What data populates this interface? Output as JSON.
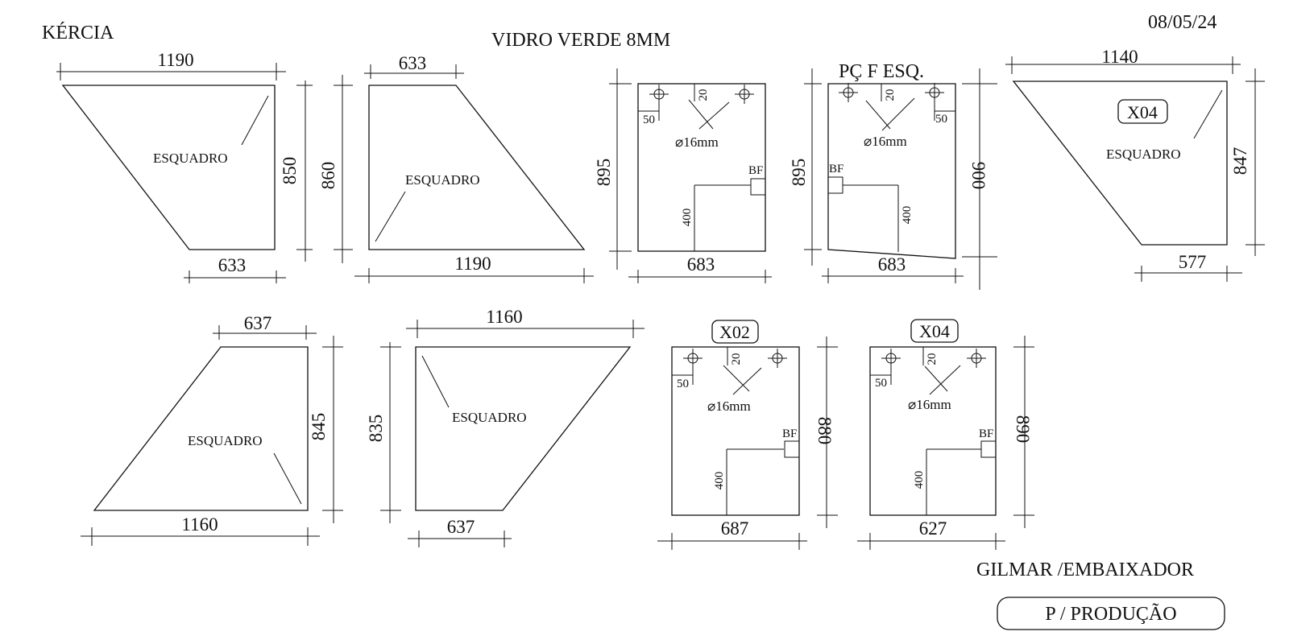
{
  "header": {
    "client": "KÉRCIA",
    "material": "VIDRO VERDE 8MM",
    "date": "08/05/24"
  },
  "footer": {
    "customer": "GILMAR /EMBAIXADOR",
    "status": "P / PRODUÇÃO"
  },
  "common": {
    "square_label": "ESQUADRO",
    "hole_label": "⌀16mm",
    "bf_label": "BF",
    "d50": "50",
    "d20": "20",
    "d400": "400"
  },
  "pieces": {
    "p1": {
      "top": "1190",
      "bottom": "633",
      "height": "850"
    },
    "p2": {
      "top": "633",
      "bottom": "1190",
      "height": "860"
    },
    "p3": {
      "bottom": "683",
      "height": "895"
    },
    "p4": {
      "title": "PÇ F ESQ.",
      "bottom": "683",
      "height_left": "895",
      "height_right": "900"
    },
    "p5": {
      "tag": "X04",
      "top": "1140",
      "bottom": "577",
      "height": "847"
    },
    "p6": {
      "top": "637",
      "bottom": "1160",
      "height": "845"
    },
    "p7": {
      "top": "1160",
      "bottom": "637",
      "height": "835"
    },
    "p8": {
      "tag": "X02",
      "bottom": "687",
      "height": "880"
    },
    "p9": {
      "tag": "X04",
      "bottom": "627",
      "height": "890"
    }
  }
}
